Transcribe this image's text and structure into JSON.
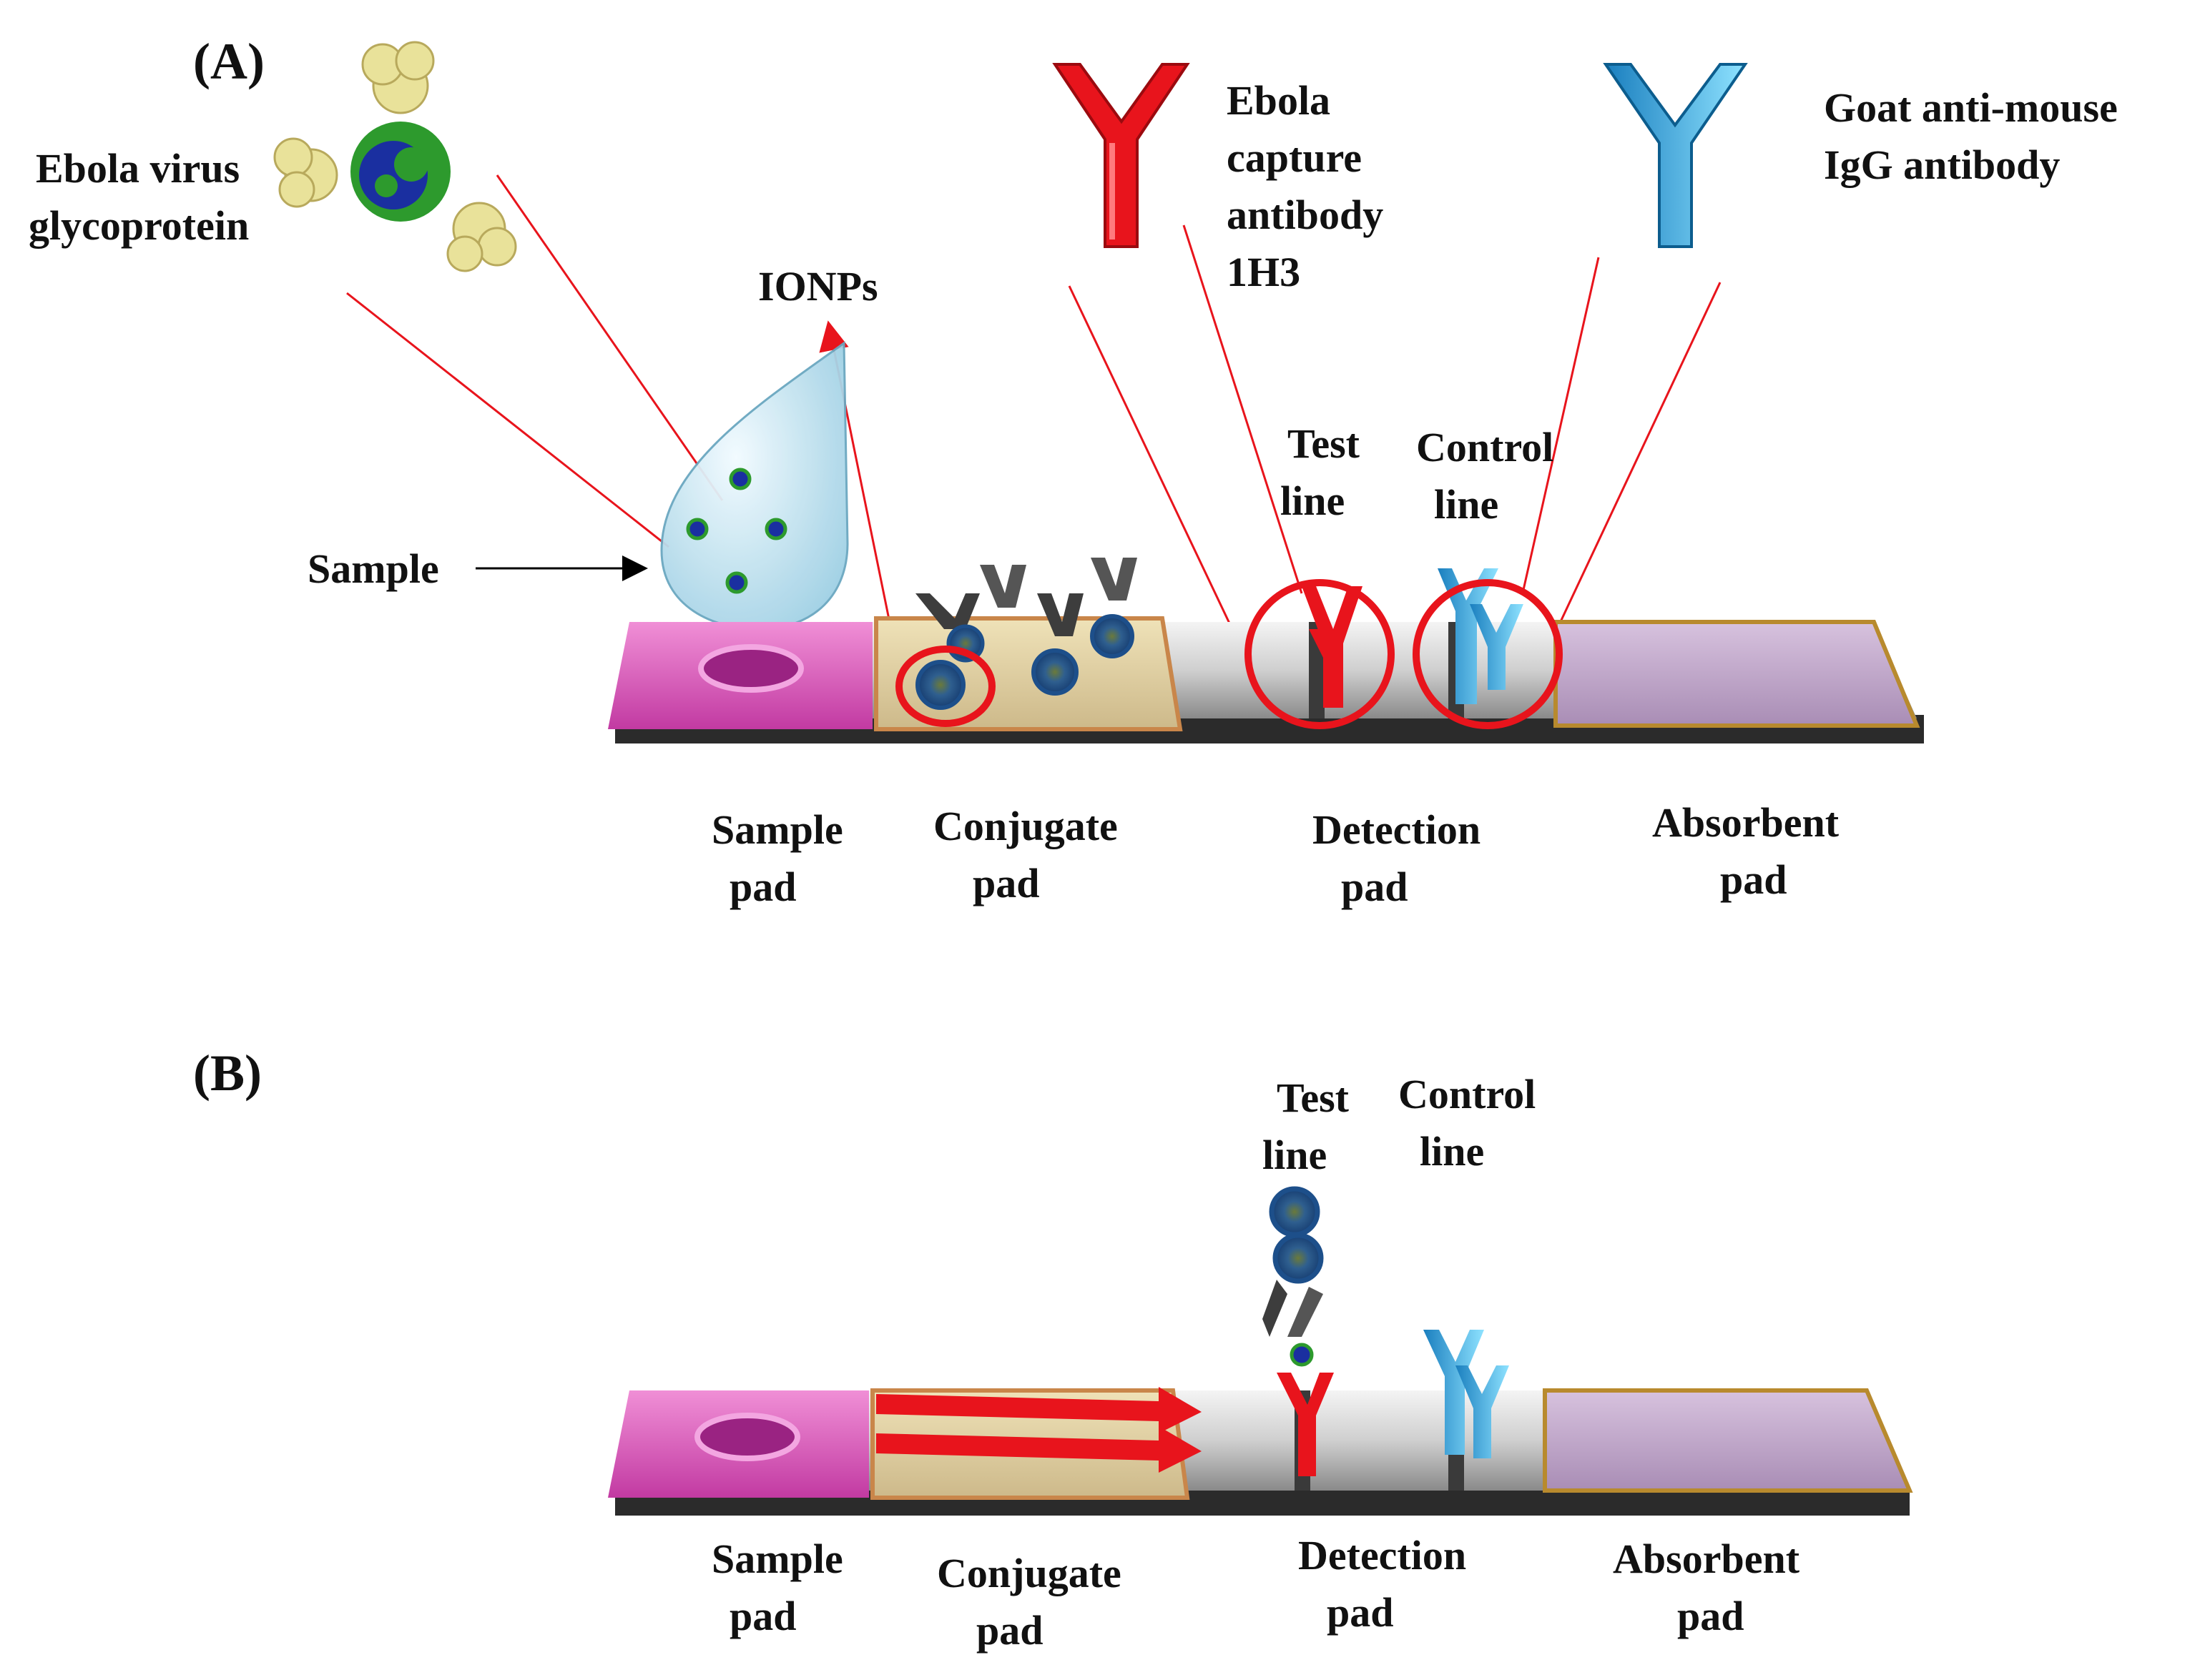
{
  "panel_a": {
    "label": "(A)",
    "ebola_gp": [
      "Ebola virus",
      "glycoprotein"
    ],
    "ionps": "IONPs",
    "capture_ab": [
      "Ebola",
      "capture",
      "antibody",
      "1H3"
    ],
    "goat_ab": [
      "Goat anti-mouse",
      "IgG antibody"
    ],
    "sample": "Sample",
    "test_line": [
      "Test",
      "line"
    ],
    "control_line": [
      "Control",
      "line"
    ],
    "pads": {
      "sample": [
        "Sample",
        "pad"
      ],
      "conjugate": [
        "Conjugate",
        "pad"
      ],
      "detection": [
        "Detection",
        "pad"
      ],
      "absorbent": [
        "Absorbent",
        "pad"
      ]
    }
  },
  "panel_b": {
    "label": "(B)",
    "test_line": [
      "Test",
      "line"
    ],
    "control_line": [
      "Control",
      "line"
    ],
    "pads": {
      "sample": [
        "Sample",
        "pad"
      ],
      "conjugate": [
        "Conjugate",
        "pad"
      ],
      "detection": [
        "Detection",
        "pad"
      ],
      "absorbent": [
        "Absorbent",
        "pad"
      ]
    }
  },
  "colors": {
    "sample_pad": "#d85bb8",
    "conjugate_pad": "#d9c99a",
    "detection_strip": "#d8d8d8",
    "absorbent_pad": "#bfa3c8",
    "test_antibody": "#e8141c",
    "control_antibody": "#2ea3d8",
    "highlight": "#e8141c",
    "nanoparticle": "#1d4f8a"
  }
}
